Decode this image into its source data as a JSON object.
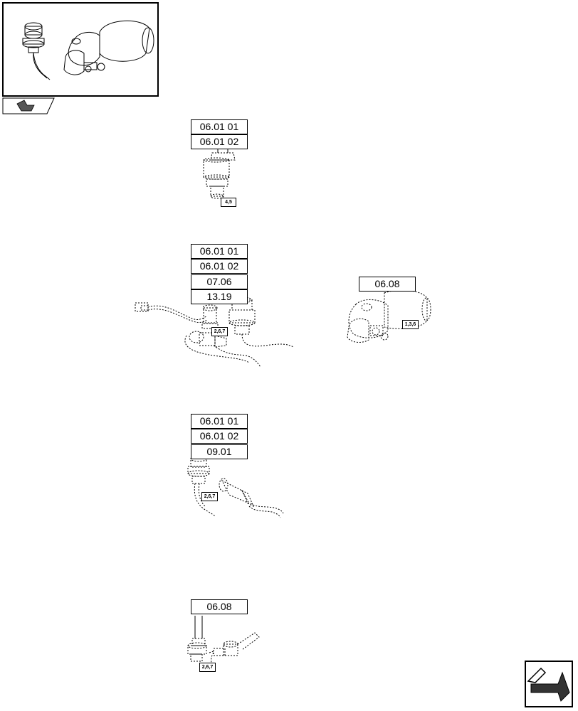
{
  "groups": [
    {
      "refs": [
        "06.01 01",
        "06.01 02"
      ],
      "callout": "4,5"
    },
    {
      "refs": [
        "06.01 01",
        "06.01 02",
        "07.06",
        "13.19"
      ],
      "callout": "2,6,7"
    },
    {
      "refs": [
        "06.08"
      ],
      "callout": "1,3,6"
    },
    {
      "refs": [
        "06.01 01",
        "06.01 02",
        "09.01"
      ],
      "callout": "2,6,7"
    },
    {
      "refs": [
        "06.08"
      ],
      "callout": "2,6,7"
    }
  ],
  "icons": {
    "thumbnail": "sensor-assembly-thumbnail",
    "back": "back-arrow-icon",
    "next": "next-page-arrow-icon"
  }
}
